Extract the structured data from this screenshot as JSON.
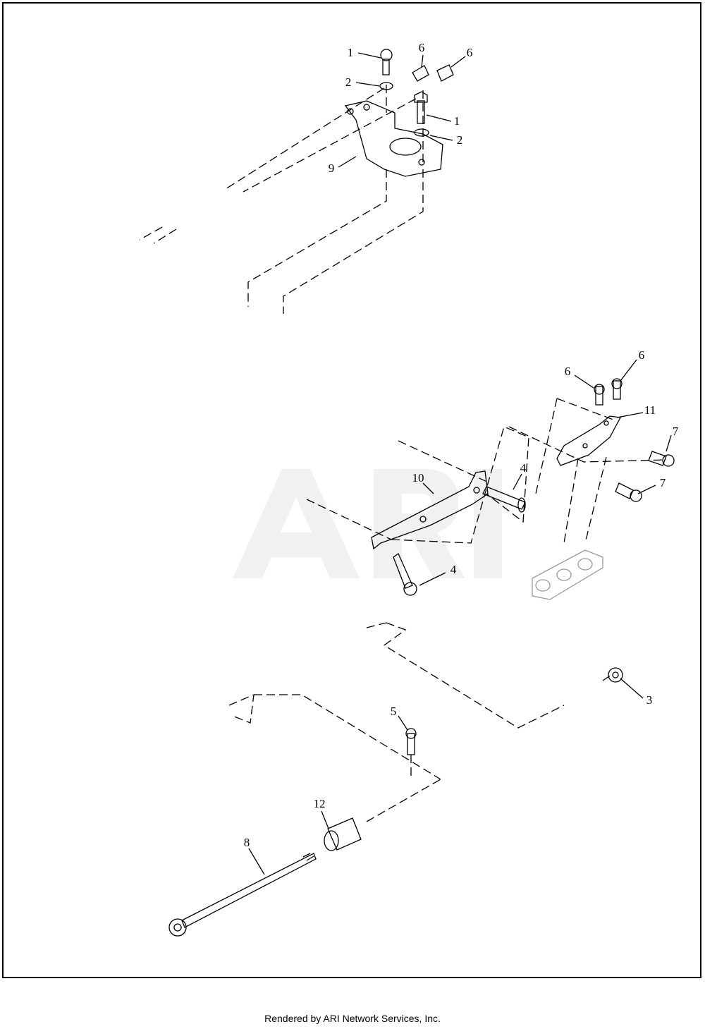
{
  "watermark": "ARI",
  "callouts": [
    {
      "id": "c1a",
      "text": "1"
    },
    {
      "id": "c6a",
      "text": "6"
    },
    {
      "id": "c6b",
      "text": "6"
    },
    {
      "id": "c2a",
      "text": "2"
    },
    {
      "id": "c1b",
      "text": "1"
    },
    {
      "id": "c2b",
      "text": "2"
    },
    {
      "id": "c9",
      "text": "9"
    },
    {
      "id": "c6c",
      "text": "6"
    },
    {
      "id": "c6d",
      "text": "6"
    },
    {
      "id": "c11",
      "text": "11"
    },
    {
      "id": "c7a",
      "text": "7"
    },
    {
      "id": "c7b",
      "text": "7"
    },
    {
      "id": "c10",
      "text": "10"
    },
    {
      "id": "c4a",
      "text": "4"
    },
    {
      "id": "c4b",
      "text": "4"
    },
    {
      "id": "c3",
      "text": "3"
    },
    {
      "id": "c5",
      "text": "5"
    },
    {
      "id": "c12",
      "text": "12"
    },
    {
      "id": "c8",
      "text": "8"
    }
  ],
  "footer": "Rendered by ARI Network Services, Inc."
}
